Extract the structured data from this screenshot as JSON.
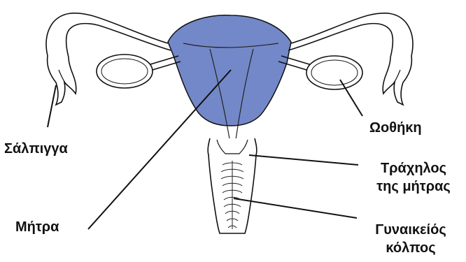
{
  "colors": {
    "uterus_fill": "#7388c8",
    "outline": "#111111",
    "leader": "#111111",
    "background": "#ffffff"
  },
  "labels": {
    "fallopian_tube": "Σάλπιγγα",
    "ovary": "Ωοθήκη",
    "cervix_line1": "Τράχηλος",
    "cervix_line2": "της μήτρας",
    "uterus": "Μήτρα",
    "vagina_line1": "Γυναικείός",
    "vagina_line2": "κόλπος"
  }
}
